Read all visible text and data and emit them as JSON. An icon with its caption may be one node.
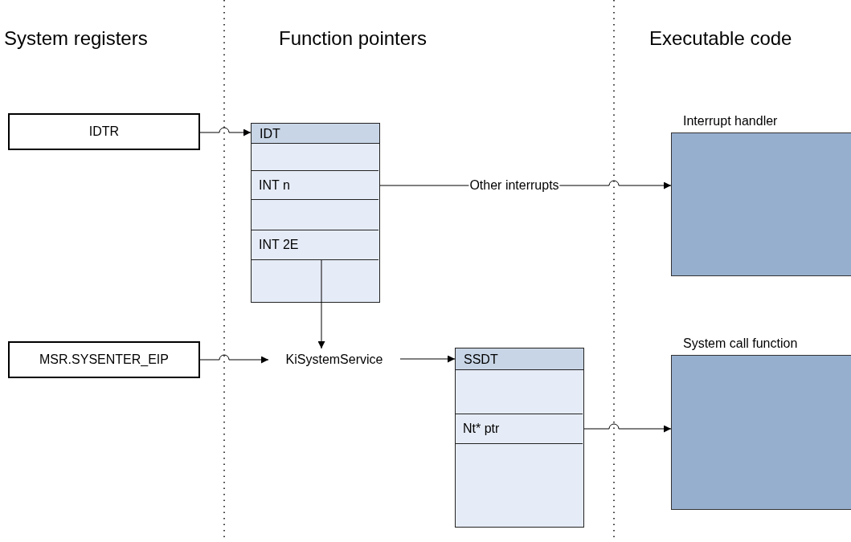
{
  "diagram": {
    "nodes": [
      {
        "text": [
          "IDTR"
        ]
      },
      {
        "text": [
          "IDT"
        ]
      },
      {
        "text": [
          "INT n"
        ],
        "in": 1
      },
      {
        "text": [
          "INT 2E"
        ],
        "in": 1
      },
      {
        "text": [
          "Interrupt handler"
        ]
      },
      {
        "text": [
          "MSR.SYSENTER_EIP"
        ]
      },
      {
        "text": [
          "KiSystemService"
        ]
      },
      {
        "text": [
          "SSDT"
        ]
      },
      {
        "text": [
          "Nt* ptr"
        ],
        "in": 7
      },
      {
        "text": [
          "System call function"
        ]
      }
    ],
    "edges": [
      {
        "from": 0,
        "to": 1,
        "arrow": "to"
      },
      {
        "from": 2,
        "to": 4,
        "arrow": "to",
        "label": "Other interrupts"
      },
      {
        "from": 3,
        "to": 6,
        "arrow": "to"
      },
      {
        "from": 5,
        "to": 6,
        "arrow": "to"
      },
      {
        "from": 6,
        "to": 7,
        "arrow": "to"
      },
      {
        "from": 8,
        "to": 9,
        "arrow": "to"
      }
    ],
    "labels": [
      "System registers",
      "Function pointers",
      "Executable code"
    ]
  }
}
